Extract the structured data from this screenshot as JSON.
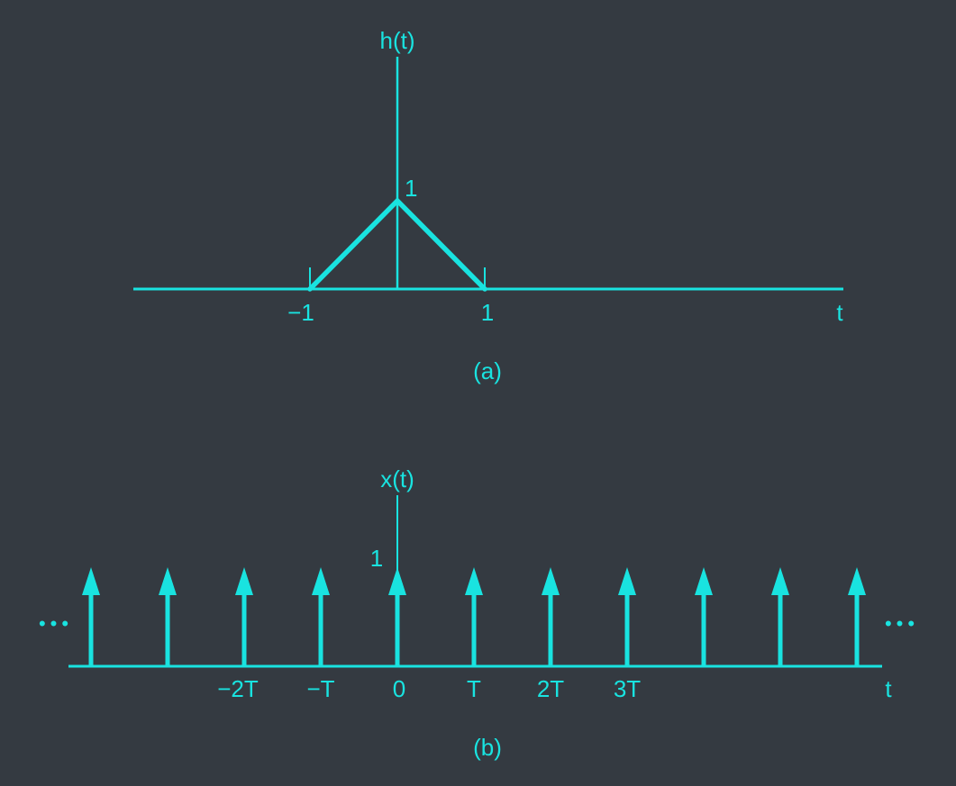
{
  "colors": {
    "background": "#343a41",
    "ink": "#19e3e0"
  },
  "panel_a": {
    "ylabel": "h(t)",
    "peak_label": "1",
    "xlabel": "t",
    "ticks": [
      "−1",
      "1"
    ],
    "caption": "(a)"
  },
  "panel_b": {
    "ylabel": "x(t)",
    "height_label": "1",
    "xlabel": "t",
    "ticks": [
      "−2T",
      "−T",
      "0",
      "T",
      "2T",
      "3T"
    ],
    "caption": "(b)",
    "left_ellipsis": "•••",
    "right_ellipsis": "•••"
  },
  "chart_data": [
    {
      "type": "line",
      "title": "",
      "ylabel": "h(t)",
      "xlabel": "t",
      "x": [
        -1,
        0,
        1
      ],
      "y": [
        0,
        1,
        0
      ],
      "tick_labels": [
        "−1",
        "1"
      ],
      "caption": "(a)"
    },
    {
      "type": "impulse-train",
      "title": "",
      "ylabel": "x(t)",
      "xlabel": "t",
      "impulse_height": 1,
      "period": "T",
      "impulse_positions_in_T": [
        -4,
        -3,
        -2,
        -1,
        0,
        1,
        2,
        3,
        4,
        5,
        6
      ],
      "tick_labels": [
        "−2T",
        "−T",
        "0",
        "T",
        "2T",
        "3T"
      ],
      "periodic_both_directions": true,
      "caption": "(b)"
    }
  ]
}
